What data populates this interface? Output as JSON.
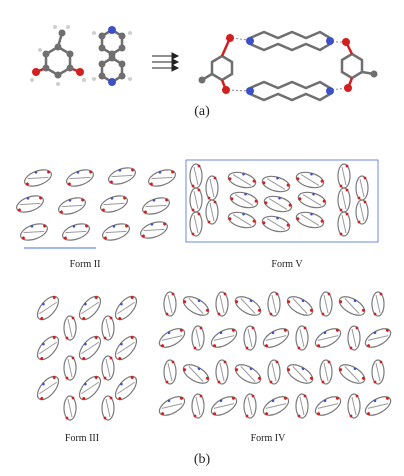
{
  "labels": {
    "panel_a": "(a)",
    "panel_b": "(b)",
    "form_2": "Form II",
    "form_5": "Form V",
    "form_3": "Form III",
    "form_4": "Form IV"
  },
  "colors": {
    "carbon": "#6f6f6f",
    "oxygen": "#d21f1f",
    "nitrogen": "#3c50c8",
    "hydrogen": "#cfcfcf",
    "cell_edge": "#4a6fd8"
  }
}
